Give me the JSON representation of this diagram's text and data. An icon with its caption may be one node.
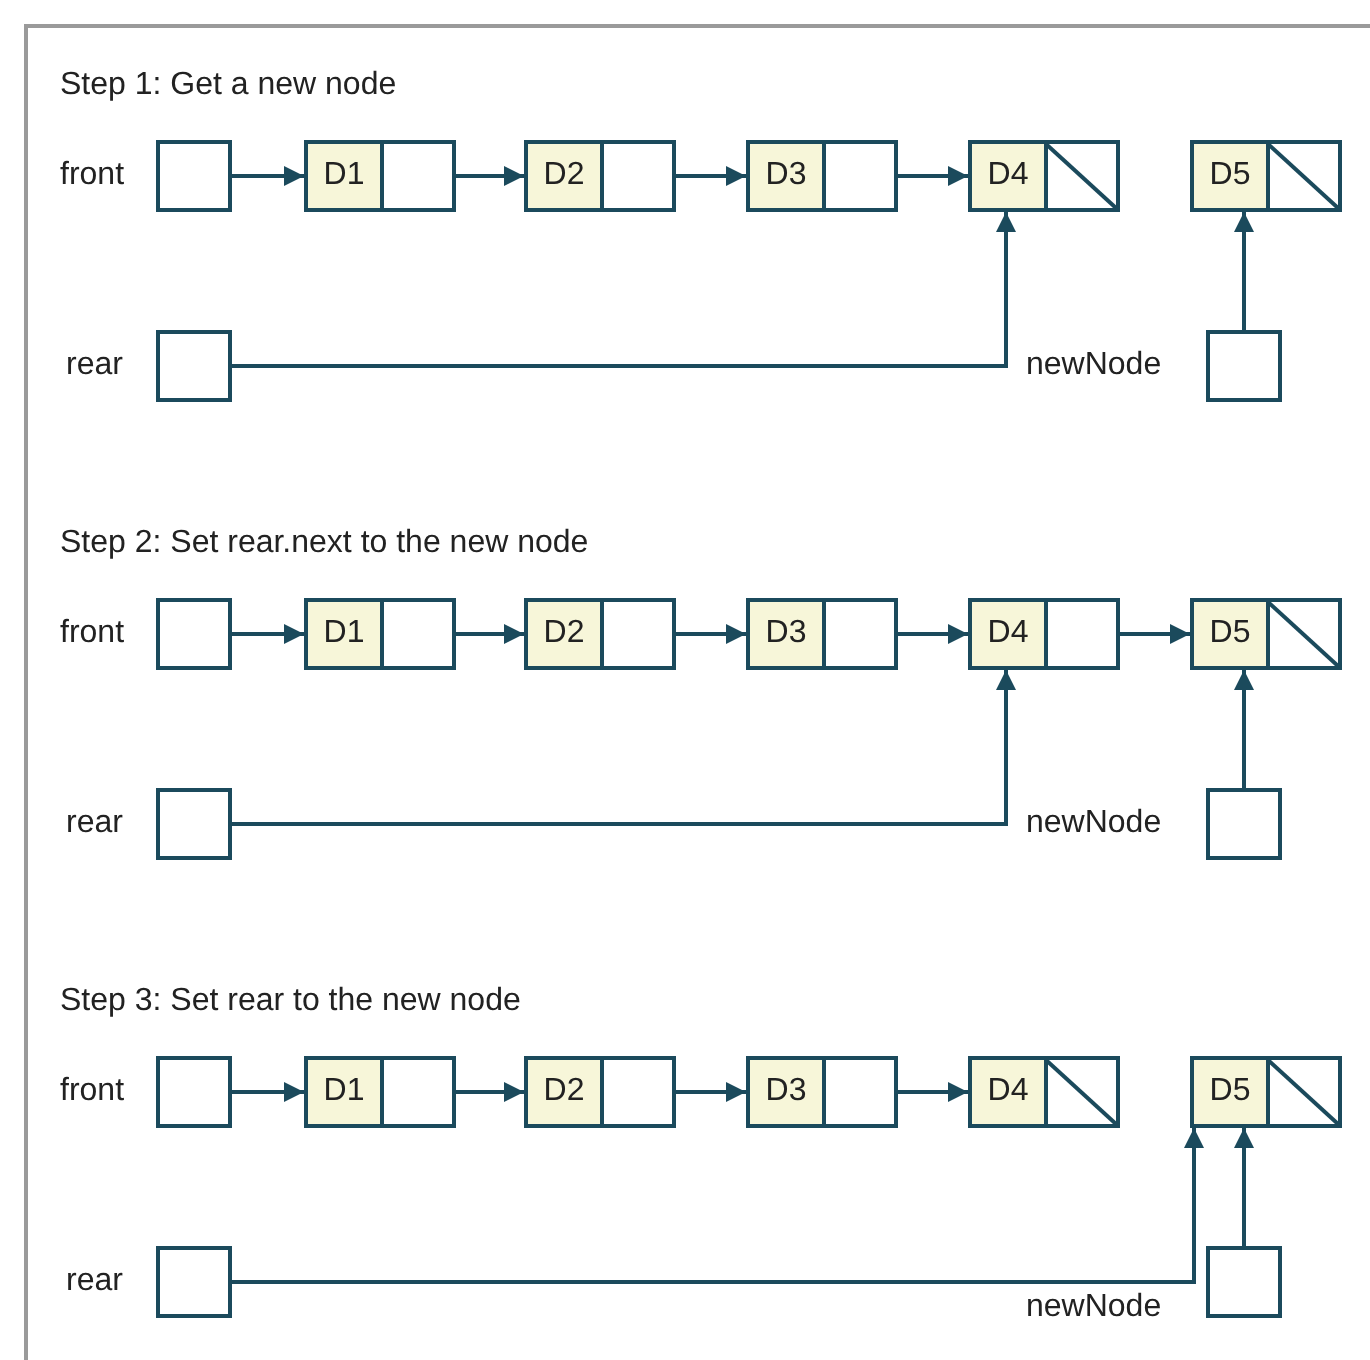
{
  "diagram": {
    "nodes": [
      {
        "text": [],
        "shape": "box",
        "beside": [
          "front"
        ]
      },
      {
        "text": [
          "D1"
        ]
      },
      {
        "text": [
          "D2"
        ]
      },
      {
        "text": [
          "D3"
        ]
      },
      {
        "text": [
          "D4"
        ]
      },
      {
        "text": [
          "D5"
        ]
      },
      {
        "text": [],
        "shape": "box",
        "beside": [
          "rear"
        ]
      },
      {
        "text": [],
        "shape": "box",
        "beside": [
          "newNode"
        ]
      },
      {
        "text": [],
        "shape": "box",
        "beside": [
          "front"
        ]
      },
      {
        "text": [
          "D1"
        ]
      },
      {
        "text": [
          "D2"
        ]
      },
      {
        "text": [
          "D3"
        ]
      },
      {
        "text": [
          "D4"
        ]
      },
      {
        "text": [
          "D5"
        ]
      },
      {
        "text": [],
        "shape": "box",
        "beside": [
          "rear"
        ]
      },
      {
        "text": [],
        "shape": "box",
        "beside": [
          "newNode"
        ]
      },
      {
        "text": [],
        "shape": "box",
        "beside": [
          "front"
        ]
      },
      {
        "text": [
          "D1"
        ]
      },
      {
        "text": [
          "D2"
        ]
      },
      {
        "text": [
          "D3"
        ]
      },
      {
        "text": [
          "D4"
        ]
      },
      {
        "text": [
          "D5"
        ]
      },
      {
        "text": [],
        "shape": "box",
        "beside": [
          "rear"
        ]
      },
      {
        "text": [],
        "shape": "box",
        "beside": [
          "newNode"
        ]
      }
    ],
    "edges": [
      {
        "from": 0,
        "to": 1,
        "arrow": "to"
      },
      {
        "from": 1,
        "to": 2,
        "arrow": "to"
      },
      {
        "from": 2,
        "to": 3,
        "arrow": "to"
      },
      {
        "from": 3,
        "to": 4,
        "arrow": "to"
      },
      {
        "from": 6,
        "to": 4,
        "arrow": "to"
      },
      {
        "from": 7,
        "to": 5,
        "arrow": "to"
      },
      {
        "from": 8,
        "to": 9,
        "arrow": "to"
      },
      {
        "from": 9,
        "to": 10,
        "arrow": "to"
      },
      {
        "from": 10,
        "to": 11,
        "arrow": "to"
      },
      {
        "from": 11,
        "to": 12,
        "arrow": "to"
      },
      {
        "from": 12,
        "to": 13,
        "arrow": "to"
      },
      {
        "from": 14,
        "to": 12,
        "arrow": "to"
      },
      {
        "from": 15,
        "to": 13,
        "arrow": "to"
      },
      {
        "from": 16,
        "to": 17,
        "arrow": "to"
      },
      {
        "from": 17,
        "to": 18,
        "arrow": "to"
      },
      {
        "from": 18,
        "to": 19,
        "arrow": "to"
      },
      {
        "from": 19,
        "to": 20,
        "arrow": "to"
      },
      {
        "from": 22,
        "to": 21,
        "arrow": "to"
      },
      {
        "from": 23,
        "to": 21,
        "arrow": "to"
      }
    ],
    "labels": [
      "Step 1: Get a new node",
      "Step 2: Set rear.next to the new node",
      "Step 3: Set rear to the new node"
    ]
  }
}
